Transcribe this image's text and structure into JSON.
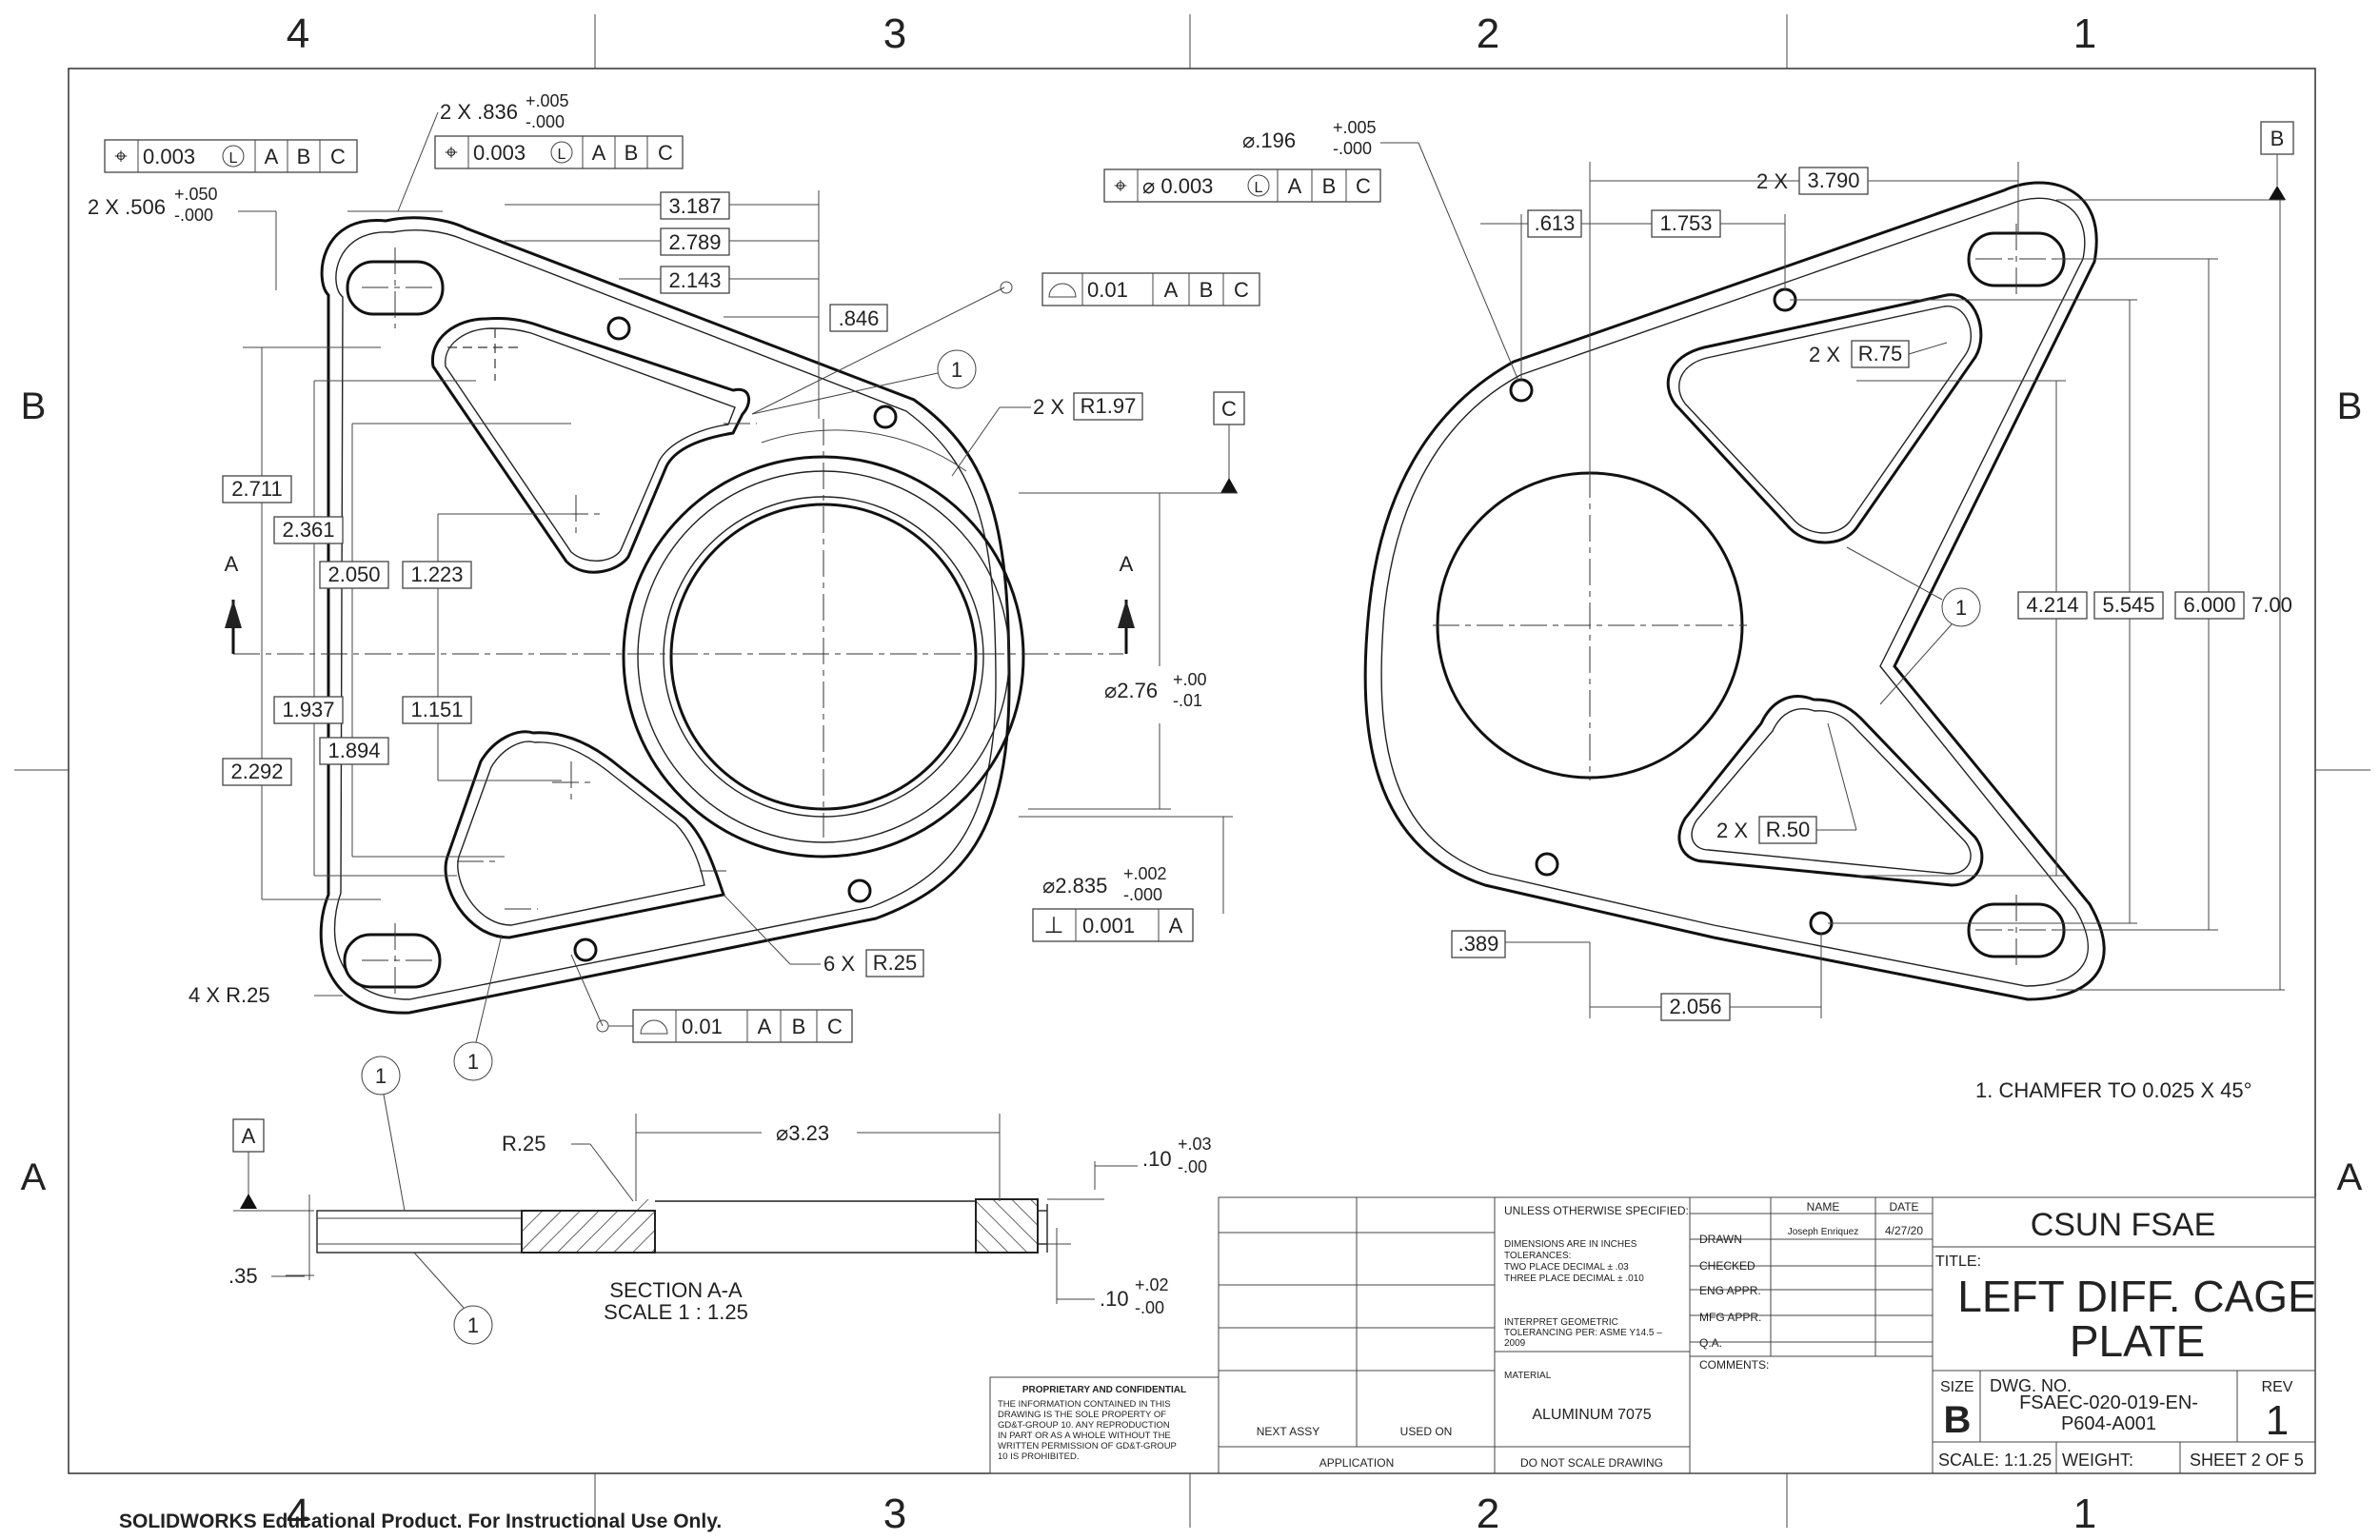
{
  "zones": {
    "top": [
      "4",
      "3",
      "2",
      "1"
    ],
    "bottom": [
      "4",
      "3",
      "2",
      "1"
    ],
    "left": [
      "B",
      "A"
    ],
    "right": [
      "B",
      "A"
    ]
  },
  "front_view": {
    "fcf_hole_pos": {
      "symbol": "⌖",
      "tol": "0.003",
      "mod": "L",
      "datums": [
        "A",
        "B",
        "C"
      ]
    },
    "slot_width": {
      "prefix": "2 X .506",
      "upper": "+.050",
      "lower": "-.000"
    },
    "slot_length": {
      "prefix": "2 X .836",
      "upper": "+.005",
      "lower": "-.000"
    },
    "fcf_slot_pos": {
      "symbol": "⌖",
      "tol": "0.003",
      "mod": "L",
      "datums": [
        "A",
        "B",
        "C"
      ]
    },
    "horiz_dims": [
      "3.187",
      "2.789",
      "2.143",
      ".846"
    ],
    "fcf_profile_top": {
      "symbol": "⌓",
      "tol": "0.01",
      "datums": [
        "A",
        "B",
        "C"
      ]
    },
    "note_callout": "1",
    "radius_big": {
      "prefix": "2 X",
      "value": "R1.97"
    },
    "datum_c": "C",
    "section_letter": "A",
    "vert_dims_left": [
      "2.711",
      "2.361",
      "2.050",
      "1.223",
      "1.937",
      "1.151",
      "1.894",
      "2.292"
    ],
    "bore_dia": {
      "prefix": "⌀2.76",
      "upper": "+.00",
      "lower": "-.01"
    },
    "pilot_dia": {
      "prefix": "⌀2.835",
      "upper": "+.002",
      "lower": "-.000"
    },
    "fcf_perp": {
      "symbol": "⊥",
      "tol": "0.001",
      "datums": [
        "A"
      ]
    },
    "radius_inner": {
      "prefix": "6 X",
      "value": "R.25"
    },
    "corner_radius": "4 X R.25",
    "fcf_profile_bottom": {
      "symbol": "⌓",
      "tol": "0.01",
      "datums": [
        "A",
        "B",
        "C"
      ]
    }
  },
  "right_view": {
    "hole_dia": {
      "prefix": "⌀.196",
      "upper": "+.005",
      "lower": "-.000"
    },
    "fcf_hole": {
      "symbol": "⌖",
      "tol": "⌀ 0.003",
      "mod": "L",
      "datums": [
        "A",
        "B",
        "C"
      ]
    },
    "spacing": {
      "prefix": "2 X",
      "value": "3.790"
    },
    "dims_top": [
      ".613",
      "1.753"
    ],
    "r75": {
      "prefix": "2 X",
      "value": "R.75"
    },
    "r50": {
      "prefix": "2 X",
      "value": "R.50"
    },
    "datum_b": "B",
    "vert_dims": [
      "4.214",
      "5.545",
      "6.000"
    ],
    "overall": "7.00",
    "dims_bottom": [
      ".389",
      "2.056"
    ],
    "note_callout": "1"
  },
  "section": {
    "datum_a": "A",
    "radius": "R.25",
    "dia": "⌀3.23",
    "thickness": ".35",
    "top_dim": {
      "prefix": ".10",
      "upper": "+.03",
      "lower": "-.00"
    },
    "bottom_dim": {
      "prefix": ".10",
      "upper": "+.02",
      "lower": "-.00"
    },
    "title": "SECTION A-A",
    "scale": "SCALE 1 : 1.25",
    "callouts": [
      "1",
      "1"
    ]
  },
  "notes": {
    "chamfer": "1. CHAMFER TO 0.025 X 45°"
  },
  "title_block": {
    "unless": "UNLESS OTHERWISE SPECIFIED:",
    "dims_in": "DIMENSIONS ARE IN INCHES",
    "tolerances": "TOLERANCES:",
    "two_place": "TWO PLACE DECIMAL    ± .03",
    "three_place": "THREE PLACE DECIMAL  ± .010",
    "interp1": "INTERPRET GEOMETRIC",
    "interp2": "TOLERANCING PER: ASME Y14.5 –",
    "interp3": "2009",
    "material_label": "MATERIAL",
    "material": "ALUMINUM 7075",
    "no_scale": "DO NOT SCALE DRAWING",
    "name_hdr": "NAME",
    "date_hdr": "DATE",
    "drawn": "DRAWN",
    "drawn_name": "Joseph Enriquez",
    "drawn_date": "4/27/20",
    "checked": "CHECKED",
    "eng": "ENG APPR.",
    "mfg": "MFG APPR.",
    "qa": "Q.A.",
    "comments": "COMMENTS:",
    "company": "CSUN FSAE",
    "title_label": "TITLE:",
    "title1": "LEFT DIFF. CAGE",
    "title2": "PLATE",
    "size_label": "SIZE",
    "size": "B",
    "dwg_label": "DWG.  NO.",
    "dwg1": "FSAEC-020-019-EN-",
    "dwg2": "P604-A001",
    "rev_label": "REV",
    "rev": "1",
    "scale": "SCALE: 1:1.25",
    "weight": "WEIGHT:",
    "sheet": "SHEET 2 OF 5",
    "next_assy": "NEXT ASSY",
    "used_on": "USED ON",
    "application": "APPLICATION",
    "prop_title": "PROPRIETARY AND CONFIDENTIAL",
    "prop_lines": [
      "THE INFORMATION CONTAINED IN THIS",
      "DRAWING IS THE SOLE PROPERTY OF",
      "GD&T-GROUP 10.  ANY REPRODUCTION",
      "IN PART OR AS A WHOLE WITHOUT THE",
      "WRITTEN PERMISSION OF GD&T-GROUP",
      "10 IS PROHIBITED."
    ]
  },
  "watermark": "SOLIDWORKS Educational Product. For Instructional Use Only."
}
